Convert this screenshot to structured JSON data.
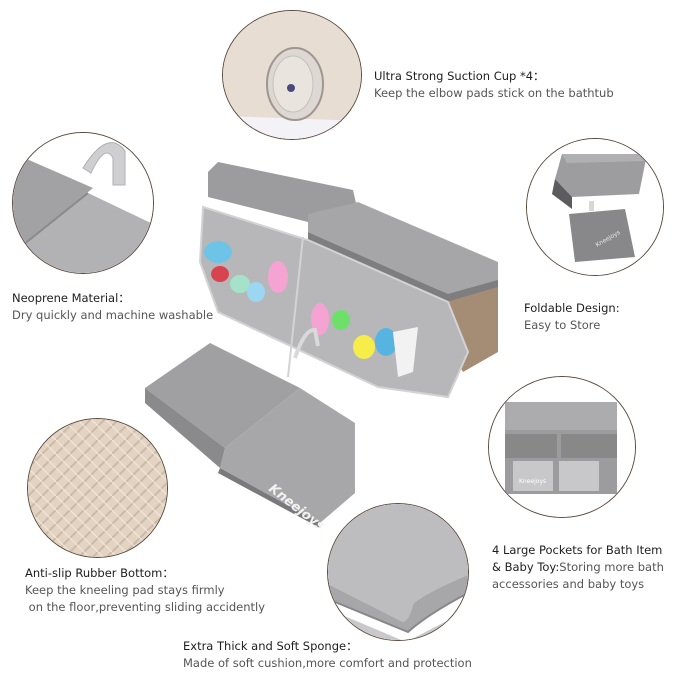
{
  "features": {
    "suction": {
      "title": "Ultra Strong Suction Cup *4：",
      "desc": "Keep the elbow pads stick on the bathtub",
      "icon": "suction-cup-icon"
    },
    "neoprene": {
      "title": "Neoprene  Material：",
      "desc": "Dry quickly and machine washable",
      "icon": "neoprene-fabric-icon"
    },
    "foldable": {
      "title": "Foldable Design:",
      "desc": "Easy to Store",
      "icon": "folded-pad-icon"
    },
    "antislip": {
      "title": "Anti-slip Rubber Bottom：",
      "desc_line1": "Keep the kneeling pad stays firmly",
      "desc_line2": " on the floor,preventing sliding accidently",
      "icon": "rubber-texture-icon"
    },
    "pockets": {
      "title_line1": "4 Large Pockets for Bath Item",
      "title_line2_bold": "& Baby Toy:",
      "title_line2_rest": "Storing more bath",
      "desc": "accessories and baby toys",
      "icon": "pockets-icon"
    },
    "sponge": {
      "title": "Extra Thick and Soft Sponge：",
      "desc": "Made of soft cushion,more comfort and protection",
      "icon": "sponge-edge-icon"
    }
  },
  "product": {
    "brand": "Kneejoys",
    "brand_small": "Kneejoys"
  },
  "colors": {
    "pad_gray": "#9b9b9d",
    "pad_light": "#b3b3b5",
    "rubber_beige": "#e3d3c2",
    "tan_back": "#a58c74",
    "circle_border": "#5a4a3e"
  }
}
